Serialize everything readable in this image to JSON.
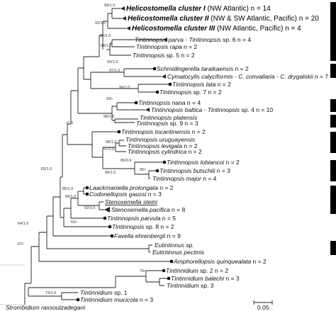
{
  "clusters": [
    {
      "name": "Helicostomella cluster I",
      "region": " (NW Atlantic)",
      "n": " n = 14"
    },
    {
      "name": "Helicostomella cluster II",
      "region": " (NW & SW Atlantic, Pacific)",
      "n": " n = 20"
    },
    {
      "name": "Helicostomella cluster III",
      "region": " (NW Atlantic, Pacific)",
      "n": " n = 4"
    }
  ],
  "taxa": [
    {
      "name": "Tintinnopsis parva",
      "rest": " - ",
      "name2": "Tintinnopsis",
      "rest2": " sp. 6 n = 4"
    },
    {
      "name": "Tintinnopsis rapa",
      "rest": " n = 2"
    },
    {
      "name": "Tintinnopsis",
      "rest": " sp. 5 n = 2"
    },
    {
      "name": "Schmidingerella taraikaensis",
      "rest": " n = 2"
    },
    {
      "name": "Cymatocylis calyciformis",
      "rest": " - ",
      "name2": "C. convallaria",
      "rest2": " - ",
      "name3": "C. drygalskii",
      "rest3": " n = 7"
    },
    {
      "name": "Tintinnopsis lata",
      "rest": " n = 2"
    },
    {
      "name": "Tintinnopsis",
      "rest": " sp. 7 n = 2"
    },
    {
      "name": "Tintinnopsis nana",
      "rest": " n = 4"
    },
    {
      "name": "Tintinnopsis baltica",
      "rest": " - ",
      "name2": "Tintinnopsis",
      "rest2": " sp. 4 n = 10"
    },
    {
      "name": "Tintinnopsis platensis",
      "rest": ""
    },
    {
      "name": "Tintinnopsis",
      "rest": " sp. 9 n = 3"
    },
    {
      "name": "Tintinnopsis tocantinensis",
      "rest": " n = 2"
    },
    {
      "name": "Tintinnopsis uruguayensis",
      "rest": ""
    },
    {
      "name": "Tintinnopsis levigata",
      "rest": " n = 2"
    },
    {
      "name": "Tintinnopsis cylindrica",
      "rest": " n = 2"
    },
    {
      "name": "Tintinnopsis lobiancoi",
      "rest": " n = 2"
    },
    {
      "name": "Tintinnopsis butschlii",
      "rest": " n = 3"
    },
    {
      "name": "Tintinnopsis major",
      "rest": " n = 4"
    },
    {
      "name": "Laackmaniella prolongata",
      "rest": " n = 2"
    },
    {
      "name": "Codonellopsis gaussi",
      "rest": " n = 3"
    },
    {
      "name": "Stenosemella steini",
      "rest": ""
    },
    {
      "name": "Stenosemella pacifica",
      "rest": " n = 8"
    },
    {
      "name": "Tintinnopsis parvula",
      "rest": " n = 5"
    },
    {
      "name": "Tintinnopsis",
      "rest": " sp. 8 n = 2"
    },
    {
      "name": "Favella ehrenbergii",
      "rest": " n = 9"
    },
    {
      "name": "Eutintinnus",
      "rest": " sp."
    },
    {
      "name": "Eutintinnus pectinis",
      "rest": ""
    },
    {
      "name": "Amphorellopsis quinquealata",
      "rest": " n = 2"
    },
    {
      "name": "Tintinnidium",
      "rest": " sp. 2 n = 2"
    },
    {
      "name": "Tintinnidium balechi",
      "rest": " n = 3"
    },
    {
      "name": "Tintinnidium",
      "rest": " sp. 3"
    },
    {
      "name": "Tintinnidium",
      "rest": " sp. 1"
    },
    {
      "name": "Tintinnidium mucicola",
      "rest": " n = 3"
    },
    {
      "name": "Strombidium rassoulzadegani",
      "rest": ""
    }
  ],
  "support": [
    "99/1.0",
    "92/1.0",
    "82/1.0",
    "98/1.0",
    "93/1.0",
    "97/1.0",
    "99/1.0",
    "59/-",
    "98/1.0",
    "-/1.0",
    "98/1.0",
    "97/1.0",
    "86/0.9",
    "96/-",
    "99/1.0",
    "65/1.0",
    "85/1.0",
    "99/1.0",
    "92/1.0",
    "53/-",
    "64/1.0",
    "67/-",
    "75/-",
    "73/1.0"
  ],
  "scale_label": "0.05"
}
